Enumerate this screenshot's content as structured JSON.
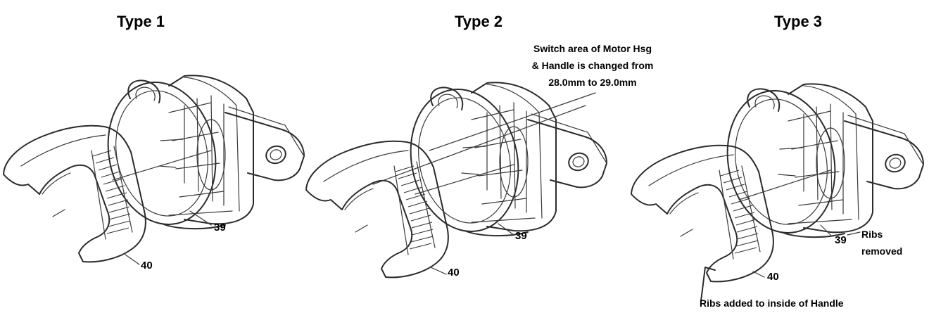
{
  "types": [
    {
      "title": "Type 1",
      "labels": {
        "housing": "39",
        "handle": "40"
      }
    },
    {
      "title": "Type 2",
      "labels": {
        "housing": "39",
        "handle": "40"
      },
      "note_lines": [
        "Switch area of Motor Hsg",
        "& Handle is changed from",
        "28.0mm to 29.0mm"
      ]
    },
    {
      "title": "Type 3",
      "labels": {
        "housing": "39",
        "handle": "40"
      },
      "ribs_removed": [
        "Ribs",
        "removed"
      ],
      "ribs_added": "Ribs added to inside of Handle"
    }
  ]
}
